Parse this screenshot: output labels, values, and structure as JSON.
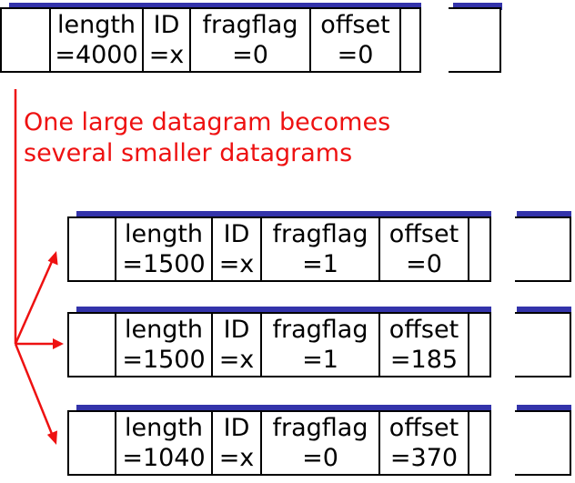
{
  "colors": {
    "arrow": "#ee1111",
    "shadow": "#3333aa",
    "border": "#000000"
  },
  "caption": {
    "line1": "One large datagram becomes",
    "line2": "several smaller datagrams"
  },
  "original": {
    "length_label": "length",
    "length_value": "=4000",
    "id_label": "ID",
    "id_value": "=x",
    "flag_label": "fragflag",
    "flag_value": "=0",
    "offset_label": "offset",
    "offset_value": "=0"
  },
  "fragments": [
    {
      "length_label": "length",
      "length_value": "=1500",
      "id_label": "ID",
      "id_value": "=x",
      "flag_label": "fragflag",
      "flag_value": "=1",
      "offset_label": "offset",
      "offset_value": "=0"
    },
    {
      "length_label": "length",
      "length_value": "=1500",
      "id_label": "ID",
      "id_value": "=x",
      "flag_label": "fragflag",
      "flag_value": "=1",
      "offset_label": "offset",
      "offset_value": "=185"
    },
    {
      "length_label": "length",
      "length_value": "=1040",
      "id_label": "ID",
      "id_value": "=x",
      "flag_label": "fragflag",
      "flag_value": "=0",
      "offset_label": "offset",
      "offset_value": "=370"
    }
  ]
}
